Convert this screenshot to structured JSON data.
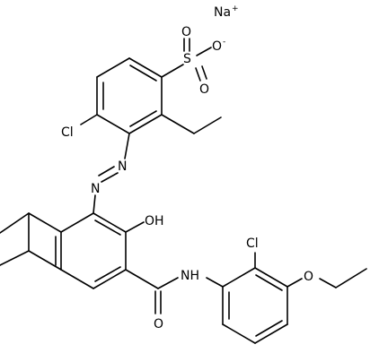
{
  "molecule": {
    "counterion": {
      "symbol": "Na",
      "charge": "+"
    },
    "atoms": {
      "o_sulfonate_top": "O",
      "sulfur": "S",
      "o_sulfonate_anion": "O",
      "o_anion_charge": "-",
      "o_sulfonate_bottom": "O",
      "chlorine_top": "Cl",
      "azo_n1": "N",
      "azo_n2": "N",
      "hydroxyl": "OH",
      "amide_nh": "NH",
      "carbonyl_o": "O",
      "chlorine_aryl": "Cl",
      "ether_o": "O"
    }
  }
}
